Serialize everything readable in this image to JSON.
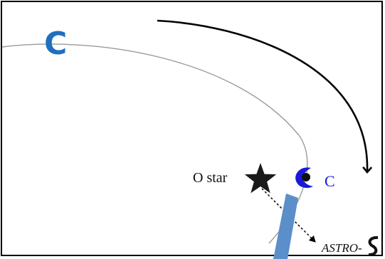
{
  "labels": {
    "corner_marker": "C",
    "star_label": "O star",
    "cloud_label": "C",
    "spacecraft_label": "ASTRO-"
  },
  "colors": {
    "marker_blue": "#1f6fbf",
    "orbit_gray": "#9a9a9a",
    "cloud_blue": "#1a1ad6",
    "bar_blue": "#5b8fc9",
    "star_black": "#1a1a1a",
    "arrow_black": "#000000"
  },
  "icons": {
    "star": "five-point-star-icon",
    "cloud": "crescent-cloud-icon",
    "curved_arrow": "curved-arrow-icon",
    "dashed_arrow": "dashed-arrow-icon"
  }
}
